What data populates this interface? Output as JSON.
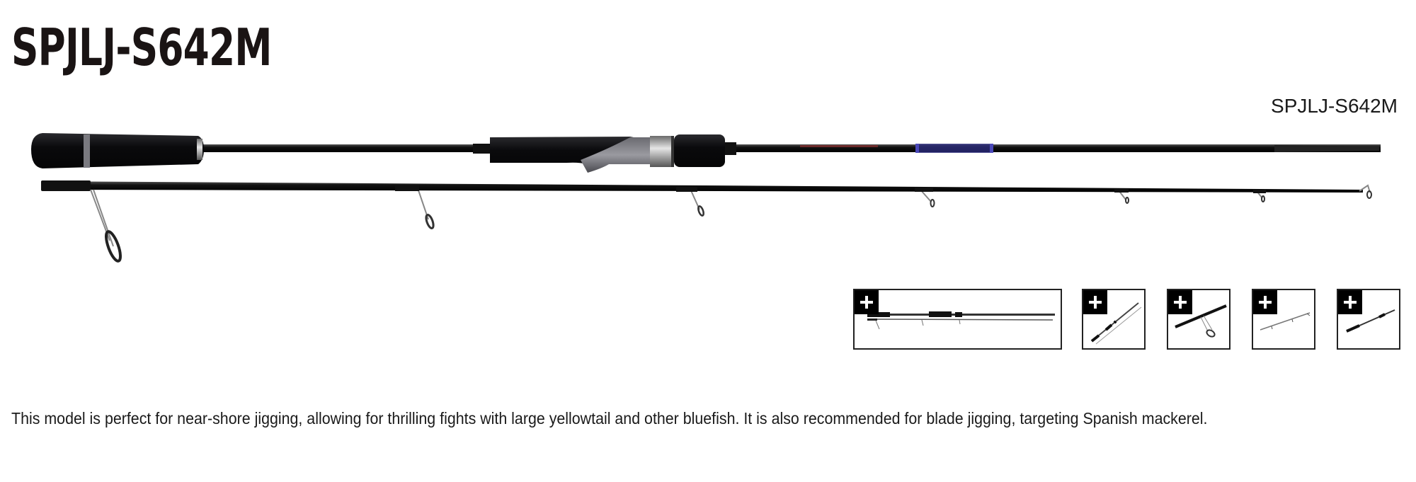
{
  "product": {
    "title": "SPJLJ-S642M",
    "model_label": "SPJLJ-S642M",
    "description": "This model is perfect for near-shore jigging, allowing for thrilling fights with large yellowtail and other bluefish. It is also recommended for blade jigging, targeting Spanish mackerel."
  },
  "images": {
    "main": {
      "icon": "fishing-rod-image"
    },
    "thumbnails": [
      {
        "icon": "plus-icon",
        "view": "full-rod"
      },
      {
        "icon": "plus-icon",
        "view": "rod-diagonal"
      },
      {
        "icon": "plus-icon",
        "view": "butt-guide-closeup"
      },
      {
        "icon": "plus-icon",
        "view": "tip-section"
      },
      {
        "icon": "plus-icon",
        "view": "handle-section"
      }
    ]
  },
  "colors": {
    "accent_blue": "#3b3a9a",
    "grip_black": "#0c0c0e",
    "reel_seat_grey": "#8d8d92"
  }
}
